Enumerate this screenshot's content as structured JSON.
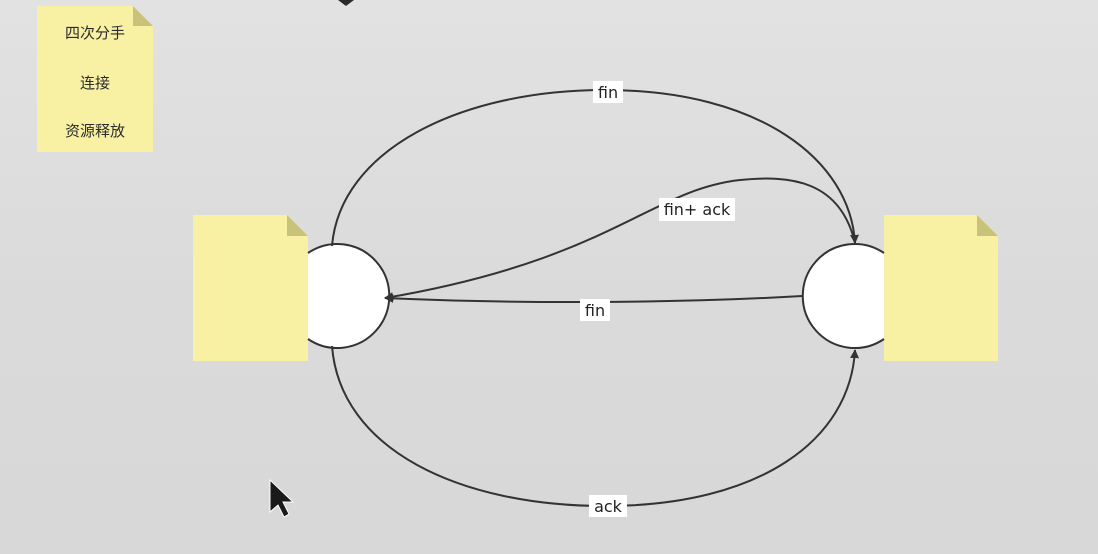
{
  "sticky_note": {
    "lines": [
      "四次分手",
      "连接",
      "资源释放"
    ]
  },
  "edges": {
    "fin_top": "fin",
    "fin_ack": "fin+ ack",
    "fin_middle": "fin",
    "ack_bottom": "ack"
  },
  "colors": {
    "background": "#dcdcdc",
    "note_fill": "#f8f1a4",
    "note_fold": "#c9c27a",
    "line": "#333333",
    "node_fill": "#ffffff"
  }
}
